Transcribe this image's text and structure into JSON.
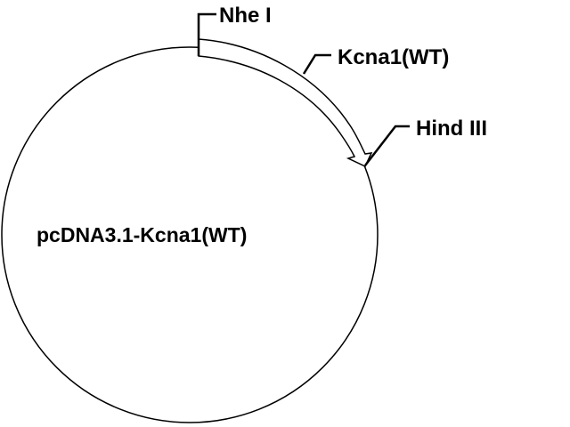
{
  "plasmid": {
    "name": "pcDNA3.1-Kcna1(WT)",
    "backbone_color": "#000000",
    "background_color": "#ffffff"
  },
  "features": [
    {
      "label": "Kcna1(WT)",
      "type": "insert-arrow",
      "fill": "#ffffff",
      "stroke": "#000000"
    }
  ],
  "restriction_sites": [
    {
      "label": "Nhe I"
    },
    {
      "label": "Hind III"
    }
  ]
}
